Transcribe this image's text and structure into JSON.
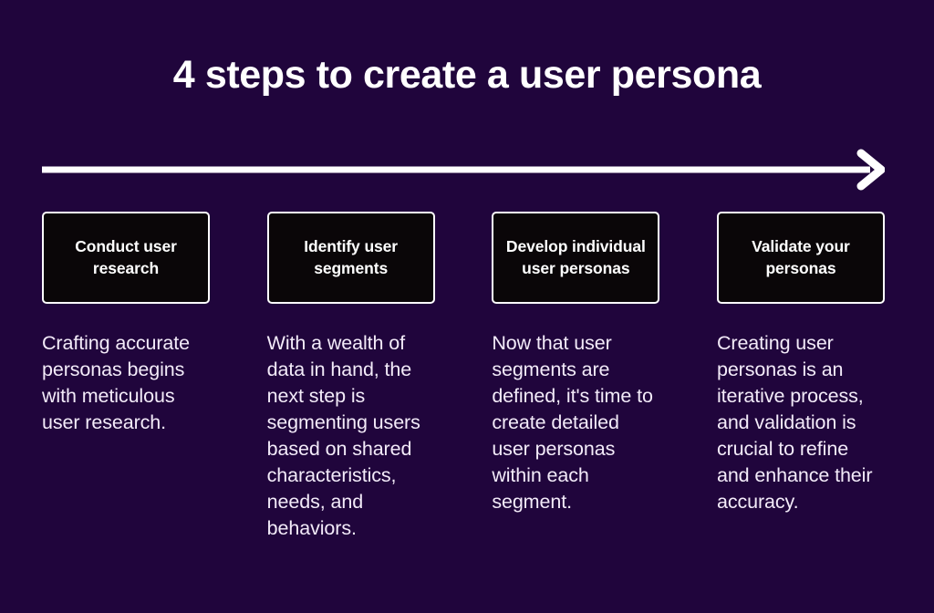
{
  "theme": {
    "background": "#20053c",
    "box_fill": "#0a0608",
    "box_border": "#ffffff",
    "title_color": "#ffffff",
    "body_color": "#f3ebf9",
    "arrow_color": "#ffffff"
  },
  "header": {
    "title": "4 steps to create a user persona"
  },
  "arrow": {
    "icon": "right-arrow-icon",
    "direction": "right"
  },
  "steps": [
    {
      "label": "Conduct user research",
      "description": "Crafting accurate personas begins with meticulous user research."
    },
    {
      "label": "Identify user segments",
      "description": "With a wealth of data in hand, the next step is segmenting users based on shared characteristics, needs, and behaviors."
    },
    {
      "label": "Develop individual user personas",
      "description": "Now that user segments are defined, it's time to create detailed user personas within each segment."
    },
    {
      "label": "Validate your personas",
      "description": "Creating user personas is an iterative process, and validation is crucial to refine and enhance their accuracy."
    }
  ]
}
